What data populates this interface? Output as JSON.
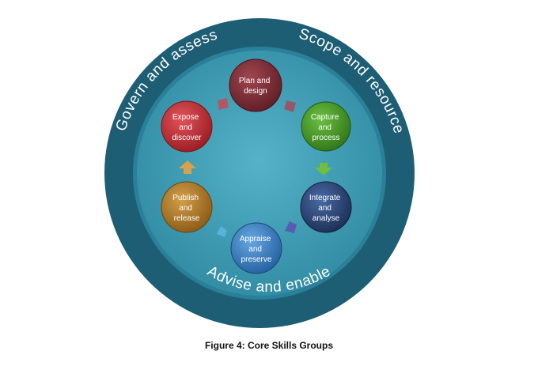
{
  "outer_ring": {
    "labels": [
      "Govern and assess",
      "Scope and resource",
      "Advise and enable"
    ]
  },
  "nodes": [
    {
      "id": "plan",
      "lines": [
        "Plan and",
        "design"
      ],
      "color": "#7b2c34"
    },
    {
      "id": "capture",
      "lines": [
        "Capture",
        "and",
        "process"
      ],
      "color": "#4a9a2c"
    },
    {
      "id": "integrate",
      "lines": [
        "Integrate",
        "and",
        "analyse"
      ],
      "color": "#2a4372"
    },
    {
      "id": "appraise",
      "lines": [
        "Appraise",
        "and",
        "preserve"
      ],
      "color": "#3a7fc2"
    },
    {
      "id": "publish",
      "lines": [
        "Publish",
        "and",
        "release"
      ],
      "color": "#b07a2a"
    },
    {
      "id": "expose",
      "lines": [
        "Expose",
        "and",
        "discover"
      ],
      "color": "#c42a30"
    }
  ],
  "colors": {
    "outer_ring": "#1d5e75",
    "inner_disc": "#3d9db4"
  },
  "caption": "Figure 4: Core Skills Groups"
}
